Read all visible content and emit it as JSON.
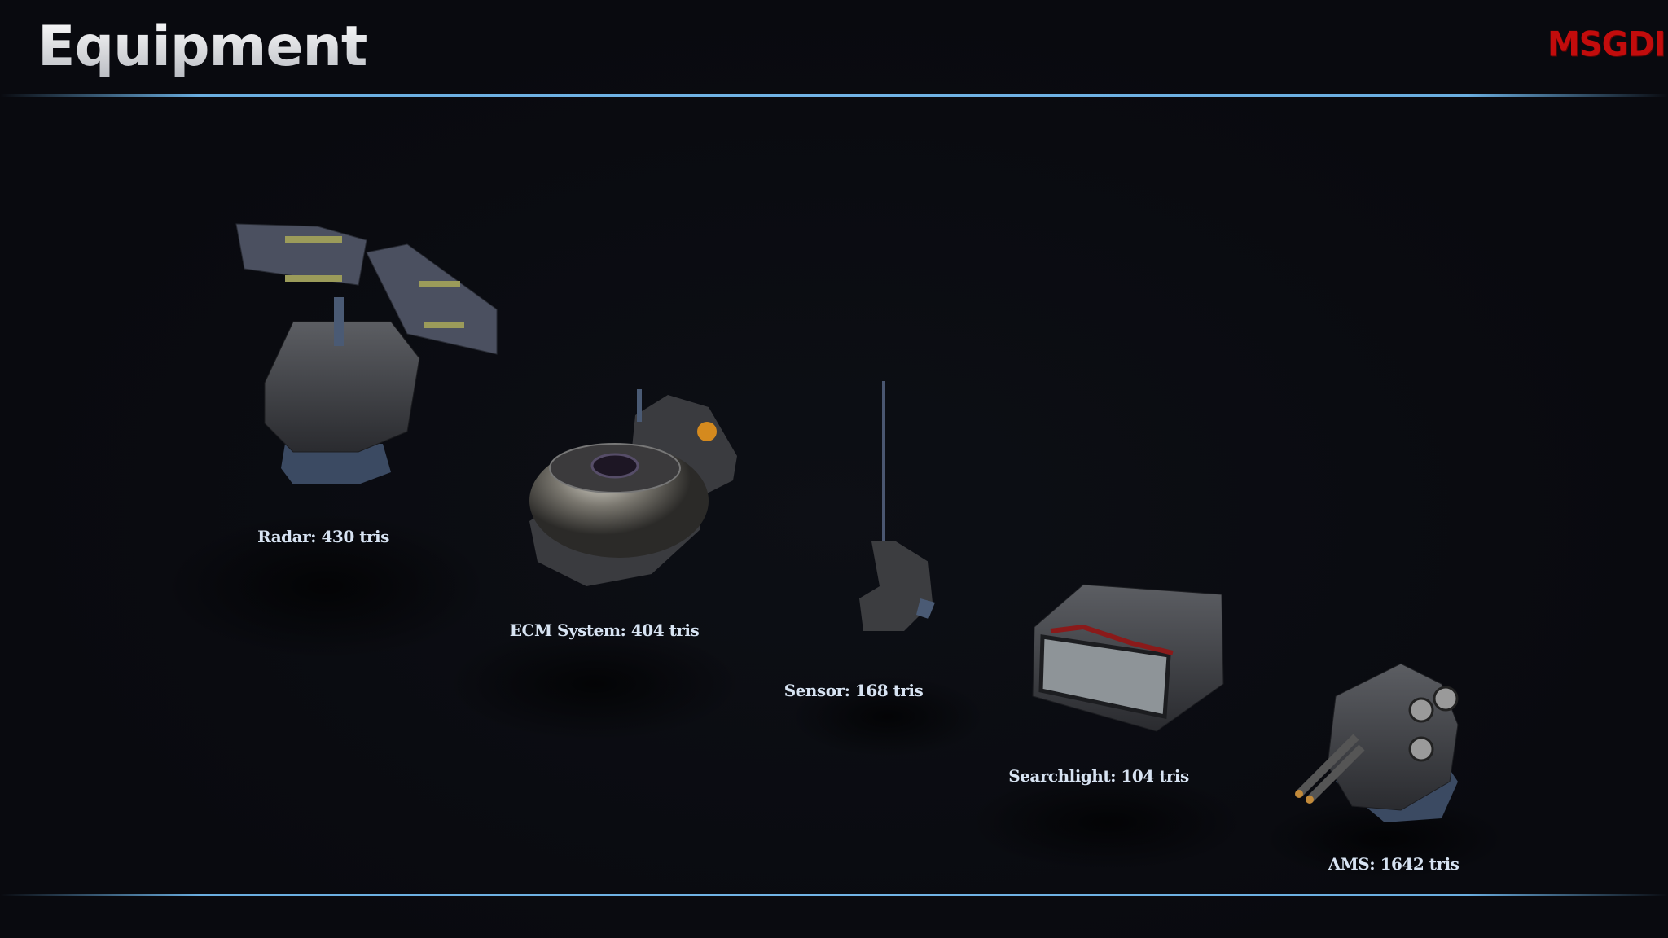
{
  "header": {
    "title": "Equipment",
    "logo": "MSGDI"
  },
  "items": [
    {
      "name": "Radar",
      "label": "Radar: 430 tris"
    },
    {
      "name": "ECM System",
      "label": "ECM System: 404 tris"
    },
    {
      "name": "Sensor",
      "label": "Sensor: 168 tris"
    },
    {
      "name": "Searchlight",
      "label": "Searchlight: 104 tris"
    },
    {
      "name": "AMS",
      "label": "AMS: 1642 tris"
    }
  ],
  "colors": {
    "background": "#0a0b10",
    "accent_line": "#72b4e6",
    "logo": "#c20c0c",
    "label": "#d7e3f2"
  }
}
